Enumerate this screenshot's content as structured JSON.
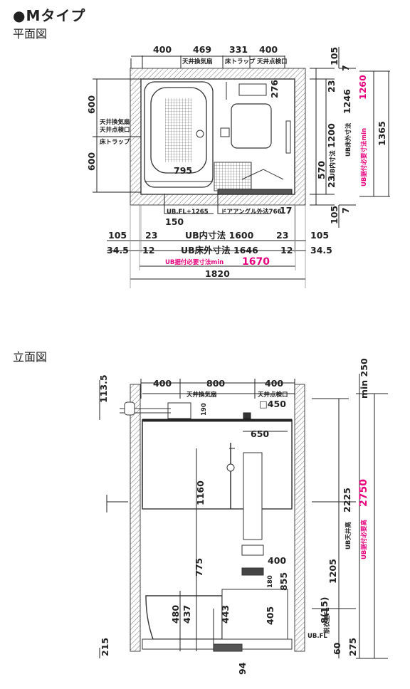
{
  "title": "●Mタイプ",
  "plan": {
    "heading": "平面図",
    "top_dims": [
      "400",
      "469",
      "331",
      "400"
    ],
    "top_labels": [
      "天井換気扇",
      "床トラップ",
      "天井点検口"
    ],
    "right_top": [
      "105",
      "7"
    ],
    "right_dims": [
      "23",
      "276",
      "1200",
      "570",
      "23",
      "1246",
      "1260",
      "1365"
    ],
    "right_labels": [
      "UB内寸法",
      "UB床外寸法",
      "UB据付必要寸法min"
    ],
    "right_bottom": [
      "105",
      "7"
    ],
    "left_dims": [
      "600",
      "600"
    ],
    "left_labels": [
      "天井換気扇",
      "天井点検口",
      "床トラップ"
    ],
    "tub_width": "795",
    "ub_fl": "UB.FL+1265",
    "door_label": "ドアアングル外法766",
    "door_gap": "17",
    "d150": "150",
    "bottom_row1": [
      "105",
      "23",
      "UB内寸法 1600",
      "23",
      "105"
    ],
    "bottom_row2": [
      "34.5",
      "12",
      "UB床外寸法 1646",
      "12",
      "34.5"
    ],
    "install_label": "UB据付必要寸法min",
    "install_value": "1670",
    "total": "1820"
  },
  "elevation": {
    "heading": "立面図",
    "d113": "113.5",
    "top_dims": [
      "400",
      "800",
      "400"
    ],
    "top_labels": [
      "天井換気扇",
      "天井点検口"
    ],
    "hatch_size": "□450",
    "d190": "190",
    "min250": "min 250",
    "d650": "650",
    "d1160": "1160",
    "d775": "775",
    "d400": "400",
    "d180": "180",
    "d855": "855",
    "d480": "480",
    "d437": "437",
    "d443": "443",
    "d405": "405",
    "ceiling_label": "UB天井高",
    "ceiling_value": "2225",
    "install_label": "UB据付必要高",
    "install_value": "2750",
    "d1205": "1205",
    "d8": "8(15)",
    "ubfl": "UB.FL",
    "fl_label": "脱衣室FL",
    "d60": "60",
    "d275": "275",
    "d215": "215",
    "d94": "94"
  }
}
